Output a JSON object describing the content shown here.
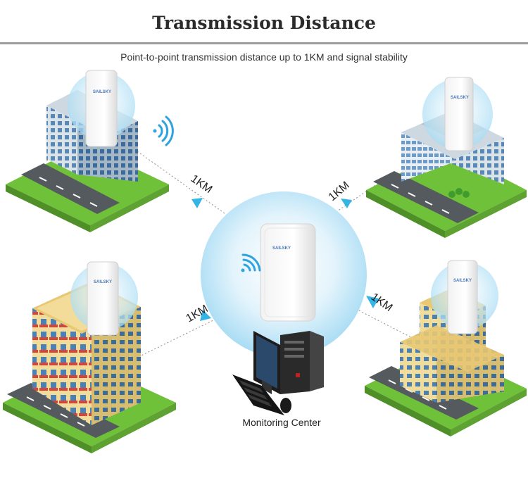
{
  "header": {
    "title": "Transmission Distance",
    "subtitle": "Point-to-point transmission distance up to 1KM and signal stability"
  },
  "links": {
    "top_left": "1KM",
    "top_right": "1KM",
    "bottom_left": "1KM",
    "bottom_right": "1KM"
  },
  "center": {
    "caption": "Monitoring Center",
    "device_logo": "SAILSKY"
  },
  "colors": {
    "arrow": "#35b4e6",
    "bubble": "#bfe6f8",
    "grass": "#6fc13a",
    "road": "#555a5e"
  },
  "icons": [
    "wifi-icon",
    "arrow-icon",
    "computer-icon",
    "cpe-device-icon",
    "building-icon"
  ]
}
